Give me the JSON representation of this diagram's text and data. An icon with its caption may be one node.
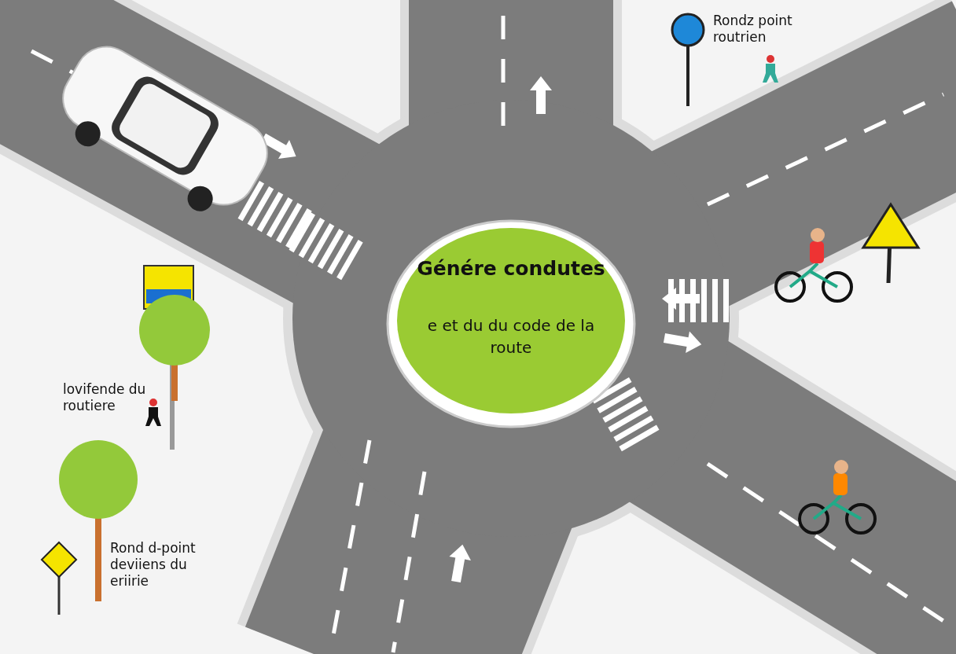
{
  "diagram": {
    "nodes": [
      {
        "text": [
          "Génére condutes",
          "e et du du code de la route"
        ]
      }
    ],
    "labels": [
      "Rondz point routrien",
      "lovifende du routiere",
      "Rond d-point deviiens du eriirie"
    ]
  }
}
